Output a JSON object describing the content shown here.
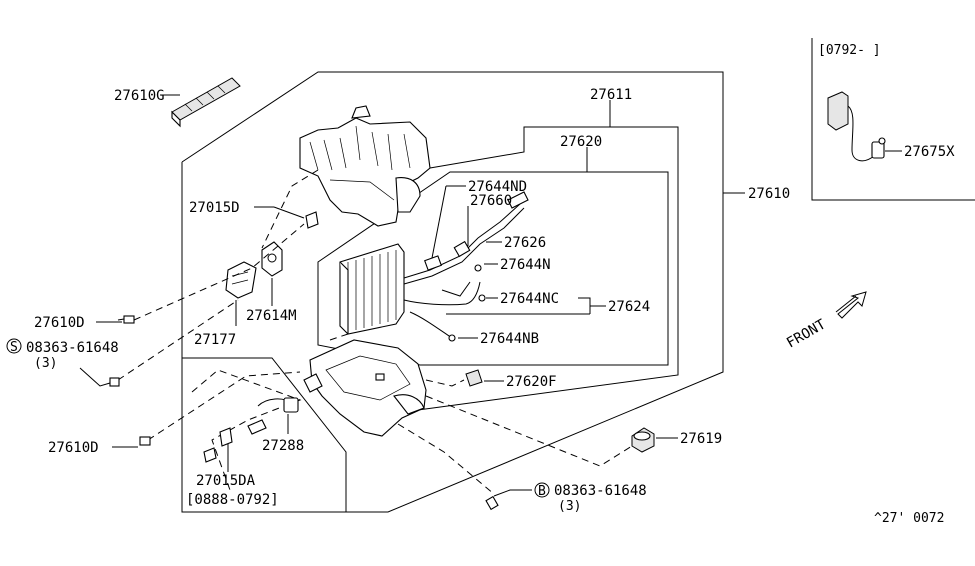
{
  "inset": {
    "date_range": "[0792-  ]",
    "label": "27675X"
  },
  "labels": {
    "p27610G": "27610G",
    "p27611": "27611",
    "p27620": "27620",
    "p27015D": "27015D",
    "p27644ND": "27644ND",
    "p27660": "27660",
    "p27610": "27610",
    "p27626": "27626",
    "p27644N": "27644N",
    "p27644NC": "27644NC",
    "p27624": "27624",
    "p27614M": "27614M",
    "p27610D_a": "27610D",
    "p27177": "27177",
    "p27644NB": "27644NB",
    "screw_s": "08363-61648",
    "screw_s_symbol": "S",
    "screw_s_qty": "(3)",
    "p27620F": "27620F",
    "p27610D_b": "27610D",
    "p27288": "27288",
    "p27619": "27619",
    "p27015DA": "27015DA",
    "lower_date_range": "[0888-0792]",
    "bolt_b": "08363-61648",
    "bolt_b_symbol": "B",
    "bolt_b_qty": "(3)",
    "front": "FRONT",
    "diagram_code": "^27' 0072"
  }
}
